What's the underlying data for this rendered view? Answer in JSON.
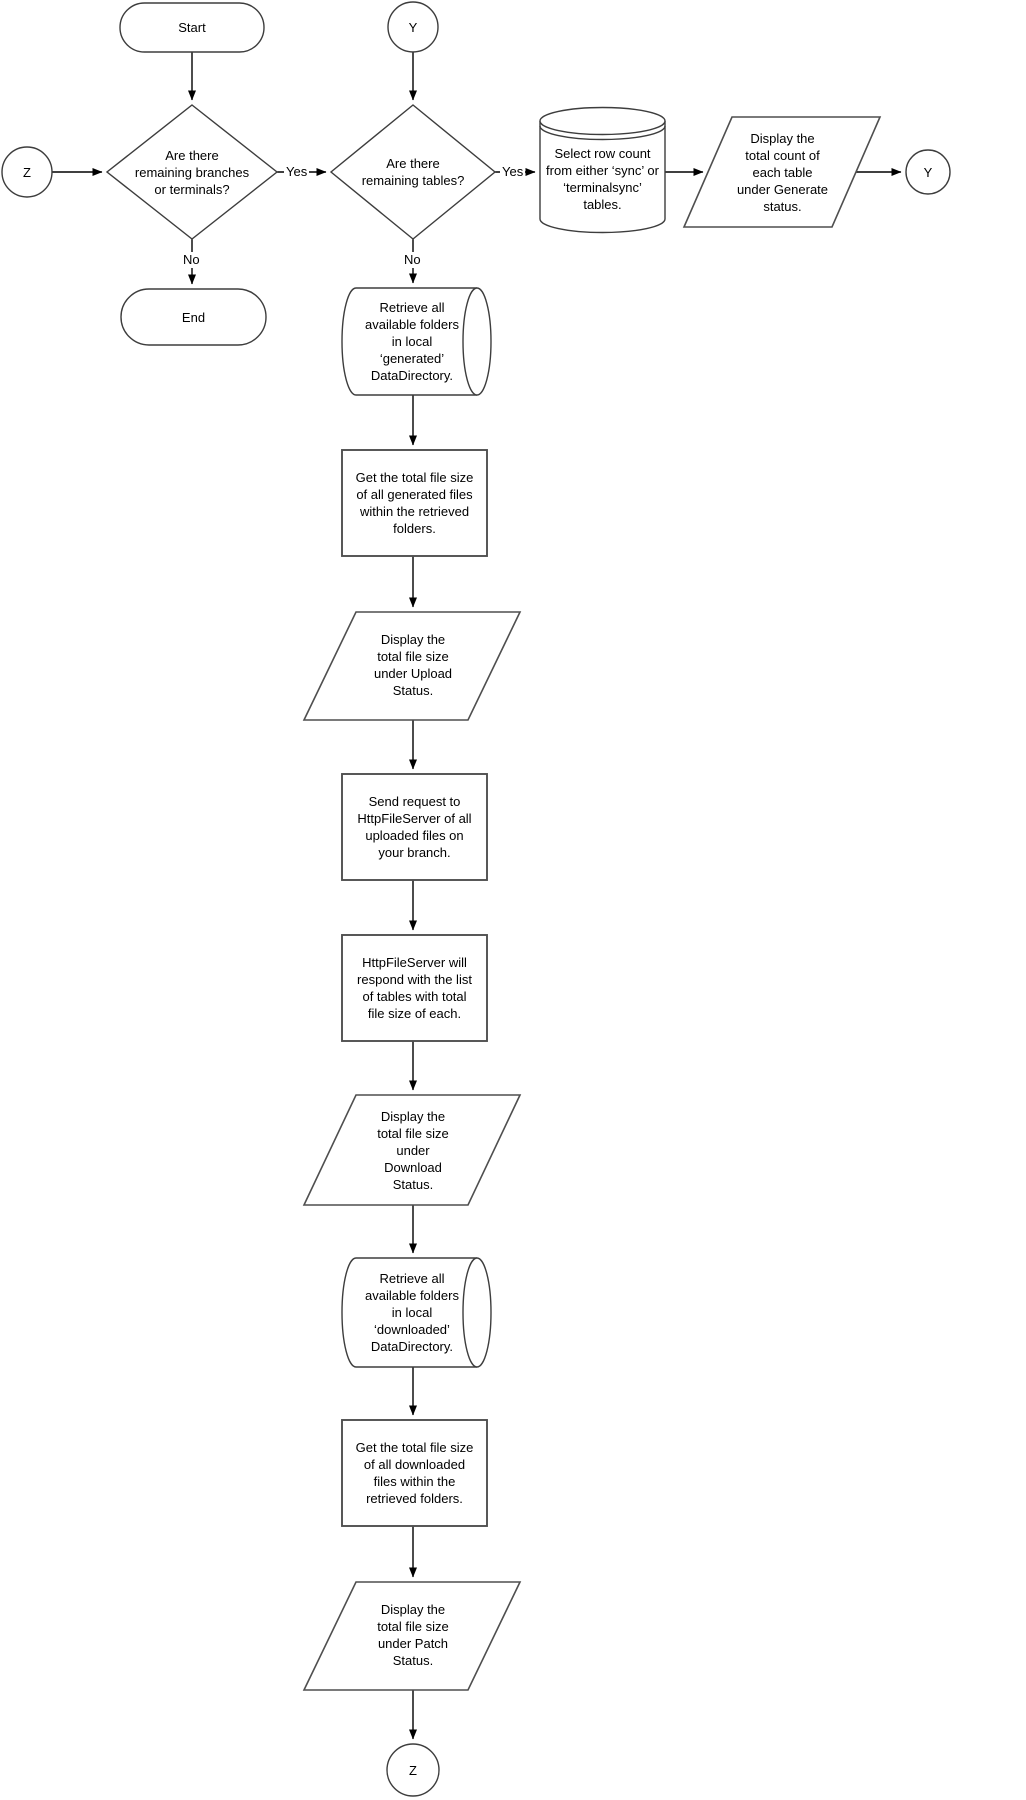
{
  "colors": {
    "background": "#ffffff",
    "shape_fill": "#ffffff",
    "shape_stroke": "#4a4a4a",
    "connector_line": "#000000",
    "text": "#000000"
  },
  "nodes": {
    "start": {
      "type": "terminator",
      "label": "Start"
    },
    "connector_y_top": {
      "type": "connector",
      "label": "Y"
    },
    "connector_z_left": {
      "type": "connector",
      "label": "Z"
    },
    "decision_branches": {
      "type": "decision",
      "label": "Are there\nremaining branches\nor terminals?"
    },
    "decision_tables": {
      "type": "decision",
      "label": "Are there\nremaining tables?"
    },
    "db_row_count": {
      "type": "database",
      "label": "Select row count\nfrom either ‘sync’ or\n‘terminalsync’\ntables."
    },
    "display_generate": {
      "type": "input-output",
      "label": "Display the\ntotal count of\neach table\nunder Generate\nstatus."
    },
    "connector_y_right": {
      "type": "connector",
      "label": "Y"
    },
    "end": {
      "type": "terminator",
      "label": "End"
    },
    "storage_generated": {
      "type": "direct-data",
      "label": "Retrieve all\navailable folders\nin local\n‘generated’\nDataDirectory."
    },
    "get_size_generated": {
      "type": "process",
      "label": "Get the total file size\nof all generated files\nwithin the retrieved\nfolders."
    },
    "display_upload": {
      "type": "input-output",
      "label": "Display the\ntotal file size\nunder Upload\nStatus."
    },
    "send_request": {
      "type": "process",
      "label": "Send request to\nHttpFileServer of all\nuploaded files on\nyour branch."
    },
    "server_response": {
      "type": "process",
      "label": "HttpFileServer will\nrespond with the list\nof tables with total\nfile size of each."
    },
    "display_download": {
      "type": "input-output",
      "label": "Display the\ntotal file size\nunder\nDownload\nStatus."
    },
    "storage_downloaded": {
      "type": "direct-data",
      "label": "Retrieve all\navailable folders\nin local\n‘downloaded’\nDataDirectory."
    },
    "get_size_downloaded": {
      "type": "process",
      "label": "Get the total file size\nof all downloaded\nfiles within the\nretrieved folders."
    },
    "display_patch": {
      "type": "input-output",
      "label": "Display the\ntotal file size\nunder Patch\nStatus."
    },
    "connector_z_bottom": {
      "type": "connector",
      "label": "Z"
    }
  },
  "edge_labels": {
    "branches_yes": "Yes",
    "branches_no": "No",
    "tables_yes": "Yes",
    "tables_no": "No"
  }
}
